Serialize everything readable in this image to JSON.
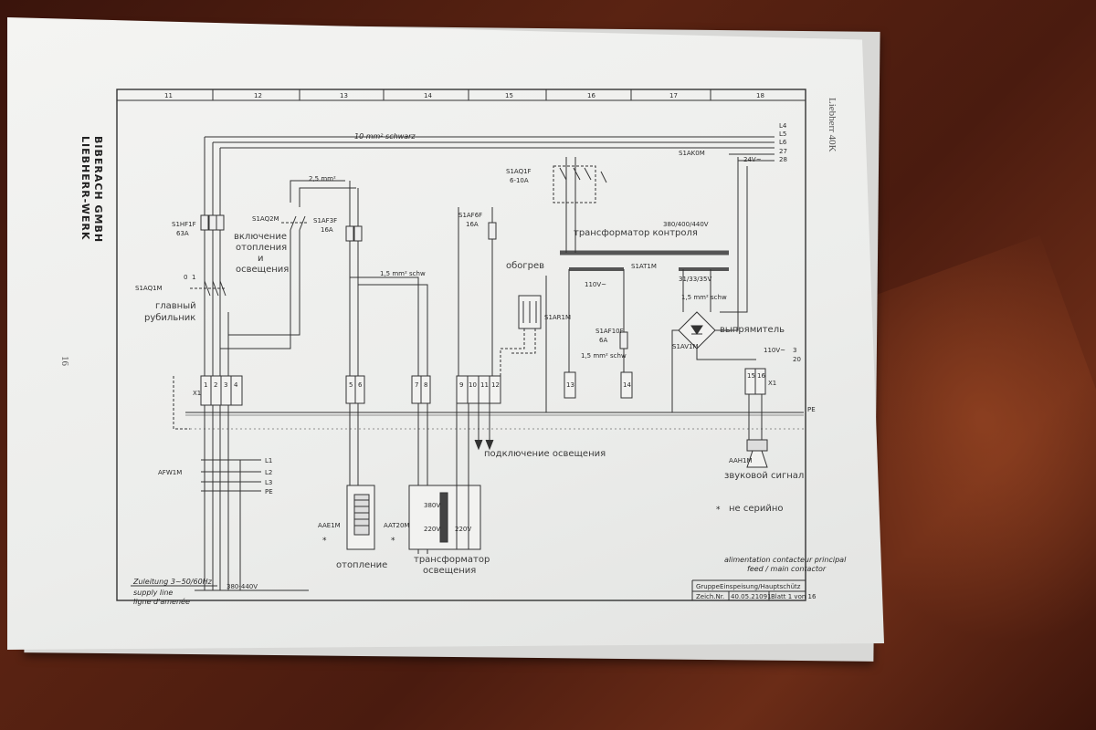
{
  "document": {
    "header_label": "Liebherr 40K",
    "page_number": "16",
    "brand_lines": [
      "LIEBHERR-WERK",
      "BIBERACH GMBH"
    ],
    "column_numbers": [
      "11",
      "12",
      "13",
      "14",
      "15",
      "16",
      "17",
      "18"
    ]
  },
  "bus": {
    "conductor_label": "10 mm² schwarz",
    "line_labels": [
      "L4",
      "L5",
      "L6",
      "27",
      "28"
    ],
    "contactor": "S1AK0M",
    "voltage_24": "24V~",
    "pe": "PE"
  },
  "components": {
    "main_fuse": {
      "id": "S1HF1F",
      "rating": "63A"
    },
    "main_switch": {
      "id": "S1AQ1M",
      "ru": [
        "главный",
        "рубильник"
      ],
      "contacts": [
        "0",
        "1"
      ]
    },
    "heat_light_switch": {
      "id": "S1AQ2M",
      "ru": [
        "включение",
        "отопления",
        "и",
        "освещения"
      ],
      "wire": "2,5 mm²"
    },
    "fuse_s1af3f": {
      "id": "S1AF3F",
      "rating": "16A"
    },
    "fuse_s1af6f": {
      "id": "S1AF6F",
      "rating": "16A"
    },
    "breaker_s1aq1f": {
      "id": "S1AQ1F",
      "rating": "6-10A"
    },
    "ctrl_transformer": {
      "ru": "трансформатор контроля",
      "rating": "380/400/440V",
      "id": "S1AT1M",
      "secondary": "110V~",
      "secondary2": "31/33/35V"
    },
    "fuse_s1af10f": {
      "id": "S1AF10F",
      "rating": "6A"
    },
    "heater_cab": {
      "ru": "обогрев",
      "id": "S1AR1M"
    },
    "rectifier": {
      "ru": "выпрямитель",
      "id": "S1AV1M"
    },
    "wire_15": "1,5 mm² schw",
    "wire_15b": "1,5 mm² schw",
    "wire_15c": "1,5 mm² schw",
    "v_110": "110V~",
    "v_out": [
      "3",
      "20"
    ]
  },
  "terminals": {
    "x1_left": "X1",
    "x1_right": "X1",
    "group_a": [
      "1",
      "2",
      "3",
      "4"
    ],
    "group_b": [
      "5",
      "6"
    ],
    "group_c": [
      "7",
      "8"
    ],
    "group_d": [
      "9",
      "10",
      "11",
      "12"
    ],
    "t13": "13",
    "t14": "14",
    "group_e": [
      "15",
      "16"
    ]
  },
  "feeder": {
    "id": "AFW1M",
    "lines": [
      "L1",
      "L2",
      "L3",
      "PE"
    ],
    "supply_de": "Zuleitung 3~50/60Hz",
    "voltage": "380-440V",
    "supply_en": "supply line",
    "supply_fr": "ligne d'amenée"
  },
  "loads": {
    "heating": {
      "id": "AAE1M",
      "ru": "отопление"
    },
    "light_transformer": {
      "id": "AAT20M",
      "ru": [
        "трансформатор",
        "освещения"
      ],
      "v_in": "380V",
      "v_out1": "220V",
      "v_out2": "220V"
    },
    "lighting_ru": "подключение освещения",
    "horn": {
      "id": "AAH1M",
      "ru": "звуковой сигнал"
    },
    "not_serial": "не серийно",
    "asterisk": "*"
  },
  "title_block": {
    "fr": "alimentation contacteur principal",
    "en": "feed / main contactor",
    "group_label": "Gruppe",
    "group_value": "Einspeisung/Hauptschütz",
    "drawing_label": "Zeich.Nr.",
    "drawing_no": "40.05.21091",
    "sheet": "Blatt 1 von 16"
  }
}
